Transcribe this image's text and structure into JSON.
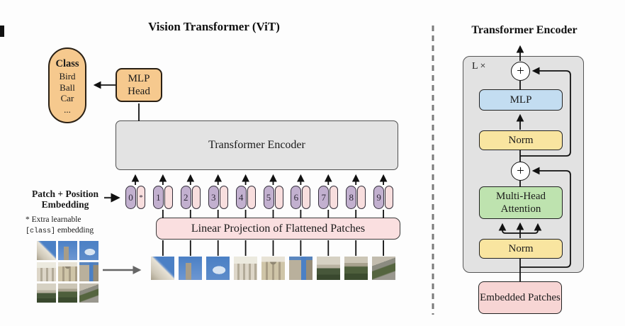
{
  "left": {
    "title": "Vision Transformer (ViT)",
    "class_pill": {
      "heading": "Class",
      "items": [
        "Bird",
        "Ball",
        "Car",
        "..."
      ]
    },
    "mlp_head_label": "MLP Head",
    "encoder_label": "Transformer Encoder",
    "embedding_label": "Patch + Position Embedding",
    "embedding_note_star": "* Extra learnable",
    "embedding_note_code": "[class]",
    "embedding_note_rest": "embedding",
    "linear_projection_label": "Linear Projection of Flattened Patches",
    "tokens": [
      {
        "num": "0",
        "star": "*"
      },
      {
        "num": "1",
        "star": ""
      },
      {
        "num": "2",
        "star": ""
      },
      {
        "num": "3",
        "star": ""
      },
      {
        "num": "4",
        "star": ""
      },
      {
        "num": "5",
        "star": ""
      },
      {
        "num": "6",
        "star": ""
      },
      {
        "num": "7",
        "star": ""
      },
      {
        "num": "8",
        "star": ""
      },
      {
        "num": "9",
        "star": ""
      }
    ],
    "flattened_patches": [
      "a",
      "b",
      "c",
      "d",
      "e",
      "f",
      "g",
      "h",
      "i"
    ],
    "patch_grid": [
      "a",
      "b",
      "c",
      "d",
      "e",
      "f",
      "g",
      "h",
      "i"
    ]
  },
  "right": {
    "title": "Transformer Encoder",
    "loop_label": "L ×",
    "plus_symbol": "+",
    "mlp_label": "MLP",
    "norm_top_label": "Norm",
    "attention_label": "Multi-Head Attention",
    "norm_bottom_label": "Norm",
    "embedded_patches_label": "Embedded Patches"
  },
  "colors": {
    "bg": "#fdfdfd",
    "text": "#1a1a1a",
    "orange": "#f6c98e",
    "orange-border": "#2a2014",
    "gray-box": "#e3e3e3",
    "panel-gray": "#e2e2e2",
    "gray-border": "#4f4f4f",
    "purple": "#c2b0cf",
    "token-border": "#332e3a",
    "pink-token": "#f8dede",
    "pink-box": "#fadfe0",
    "pink-embedded": "#f7d5d4",
    "blue": "#c3ddf1",
    "yellow": "#f9e5a0",
    "green": "#bee3af",
    "dark-border": "#222222",
    "line": "#111111",
    "gray-arrow": "#666666",
    "divider": "#7a7a7a"
  }
}
